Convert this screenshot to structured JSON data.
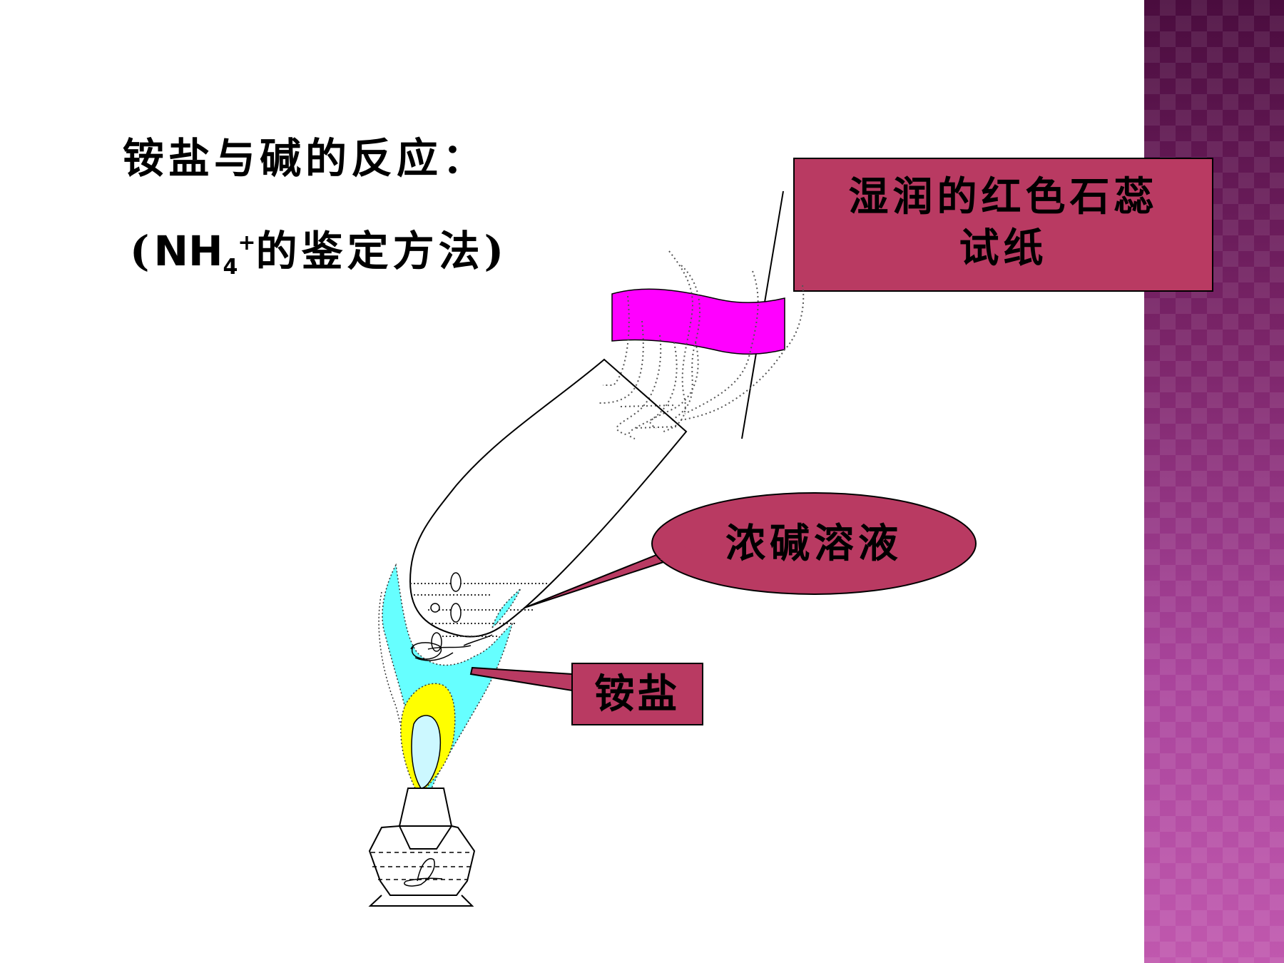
{
  "slide": {
    "title": "铵盐与碱的反应：",
    "subtitle_open": "(",
    "subtitle_nh": "NH",
    "subtitle_sub": "4",
    "subtitle_sup": "+",
    "subtitle_rest": "的鉴定方法)"
  },
  "labels": {
    "litmus_line1": "湿润的红色石蕊",
    "litmus_line2": "试纸",
    "alkali": "浓碱溶液",
    "ammonium_salt": "铵盐"
  },
  "colors": {
    "callout_fill": "#b93a62",
    "litmus_paper": "#ff00ff",
    "flame_outer": "#66ffff",
    "flame_inner": "#ffff00",
    "flame_core": "#ccf8ff",
    "side_band": "#8a2c7c"
  }
}
